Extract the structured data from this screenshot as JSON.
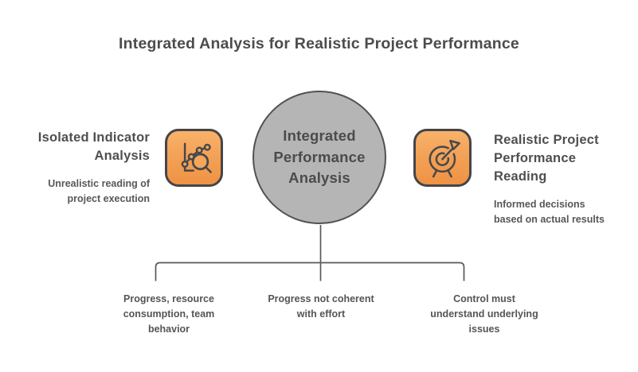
{
  "title": "Integrated Analysis for Realistic Project Performance",
  "left_block": {
    "heading_lines": [
      "Isolated Indicator",
      "Analysis"
    ],
    "subtext_lines": [
      "Unrealistic reading of",
      "project execution"
    ]
  },
  "left_tile": {
    "icon": "line-chart-magnifier-icon"
  },
  "center_node": {
    "label_lines": [
      "Integrated",
      "Performance",
      "Analysis"
    ]
  },
  "right_tile": {
    "icon": "target-arrow-icon"
  },
  "right_block": {
    "heading_lines": [
      "Realistic Project",
      "Performance",
      "Reading"
    ],
    "subtext_lines": [
      "Informed decisions",
      "based on actual results"
    ]
  },
  "branches": [
    {
      "lines": [
        "Progress, resource",
        "consumption, team",
        "behavior"
      ]
    },
    {
      "lines": [
        "Progress not coherent",
        "with effort"
      ]
    },
    {
      "lines": [
        "Control must",
        "understand underlying",
        "issues"
      ]
    }
  ],
  "colors": {
    "accent_orange": "#f29a4e",
    "tile_gradient_top": "#f9b269",
    "tile_gradient_bottom": "#ef9244",
    "tile_border": "#454549",
    "node_gray": "#b5b5b6",
    "text_dark": "#4d4e50",
    "connector": "#58595b"
  }
}
